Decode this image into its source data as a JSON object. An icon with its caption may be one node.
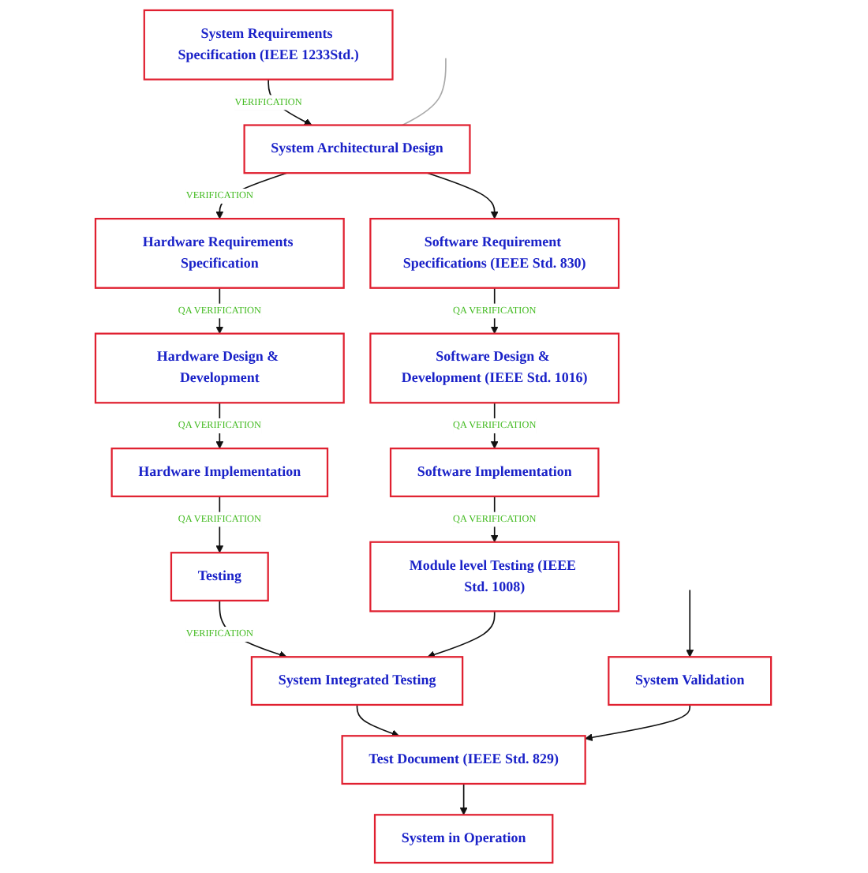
{
  "diagram": {
    "nodes": [
      {
        "text": [
          "System Requirements Specification (IEEE 1233Std.)"
        ]
      },
      {
        "text": [
          "System Architectural Design"
        ]
      },
      {
        "text": [
          "Hardware Requirements Specification"
        ]
      },
      {
        "text": [
          "Software Requirement Specifications (IEEE Std. 830)"
        ]
      },
      {
        "text": [
          "Hardware Design & Development"
        ]
      },
      {
        "text": [
          "Software Design & Development (IEEE Std. 1016)"
        ]
      },
      {
        "text": [
          "Hardware Implementation"
        ]
      },
      {
        "text": [
          "Software Implementation"
        ]
      },
      {
        "text": [
          "Testing"
        ]
      },
      {
        "text": [
          "Module level Testing (IEEE Std. 1008)"
        ]
      },
      {
        "text": [
          "System Integrated Testing"
        ]
      },
      {
        "text": [
          "System Validation"
        ]
      },
      {
        "text": [
          "Test Document (IEEE Std. 829)"
        ]
      },
      {
        "text": [
          "System in Operation"
        ]
      }
    ],
    "edges": [
      {
        "from": 0,
        "to": 1,
        "arrow": "to",
        "label": "VERIFICATION"
      },
      {
        "from": null,
        "to": 1,
        "arrow": "none",
        "color": "#aaaaaa"
      },
      {
        "from": 1,
        "to": 2,
        "arrow": "to",
        "label": "VERIFICATION"
      },
      {
        "from": 1,
        "to": 3,
        "arrow": "to"
      },
      {
        "from": 2,
        "to": 4,
        "arrow": "to",
        "label": "QA VERIFICATION"
      },
      {
        "from": 3,
        "to": 5,
        "arrow": "to",
        "label": "QA VERIFICATION"
      },
      {
        "from": 4,
        "to": 6,
        "arrow": "to",
        "label": "QA VERIFICATION"
      },
      {
        "from": 5,
        "to": 7,
        "arrow": "to",
        "label": "QA VERIFICATION"
      },
      {
        "from": 6,
        "to": 8,
        "arrow": "to",
        "label": "QA VERIFICATION"
      },
      {
        "from": 7,
        "to": 9,
        "arrow": "to",
        "label": "QA VERIFICATION"
      },
      {
        "from": 8,
        "to": 10,
        "arrow": "to",
        "label": "VERIFICATION"
      },
      {
        "from": 9,
        "to": 10,
        "arrow": "to"
      },
      {
        "from": 10,
        "to": 12,
        "arrow": "to"
      },
      {
        "from": 11,
        "to": 12,
        "arrow": "to"
      },
      {
        "from": null,
        "to": 11,
        "arrow": "to"
      },
      {
        "from": 12,
        "to": 13,
        "arrow": "to"
      }
    ]
  }
}
